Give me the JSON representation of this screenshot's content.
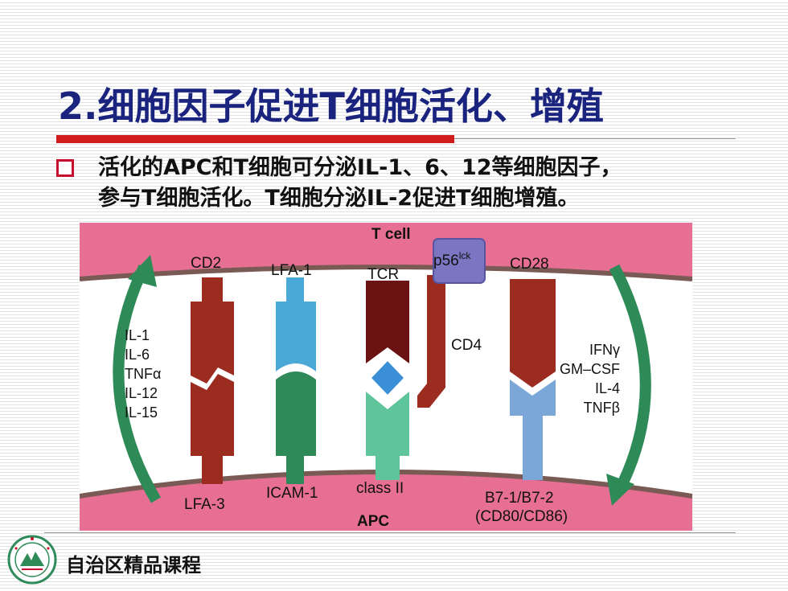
{
  "slide": {
    "title": "2.细胞因子促进T细胞活化、增殖",
    "bullet_line1": "活化的APC和T细胞可分泌IL-1、6、12等细胞因子，",
    "bullet_line2": "参与T细胞活化。T细胞分泌IL-2促进T细胞增殖。",
    "footer": "自治区精品课程"
  },
  "diagram": {
    "t_cell": "T cell",
    "apc": "APC",
    "cd2": "CD2",
    "lfa1": "LFA-1",
    "tcr": "TCR",
    "p56_base": "p56",
    "p56_sup": "lck",
    "cd28": "CD28",
    "cd4": "CD4",
    "lfa3": "LFA-3",
    "icam1": "ICAM-1",
    "class2": "class II",
    "b7": "B7-1/B7-2",
    "cd80": "(CD80/CD86)",
    "left_cytokines": [
      "IL-1",
      "IL-6",
      "TNFα",
      "IL-12",
      "IL-15"
    ],
    "right_cytokines": [
      "IFNγ",
      "GM–CSF",
      "IL-4",
      "TNFβ"
    ]
  },
  "colors": {
    "title": "#1a237e",
    "accent_red": "#d01c1c",
    "membrane_pink": "#e86f94",
    "molecule_darkred": "#9c2b20",
    "tcr_maroon": "#6b1212",
    "lfa1_blue": "#4aa9d6",
    "icam_green": "#2f8a5a",
    "class2_green": "#5ec49a",
    "b7_blue": "#7aa7d8",
    "p56_purple": "#7b76c2",
    "arrow_green": "#2e8b57"
  }
}
